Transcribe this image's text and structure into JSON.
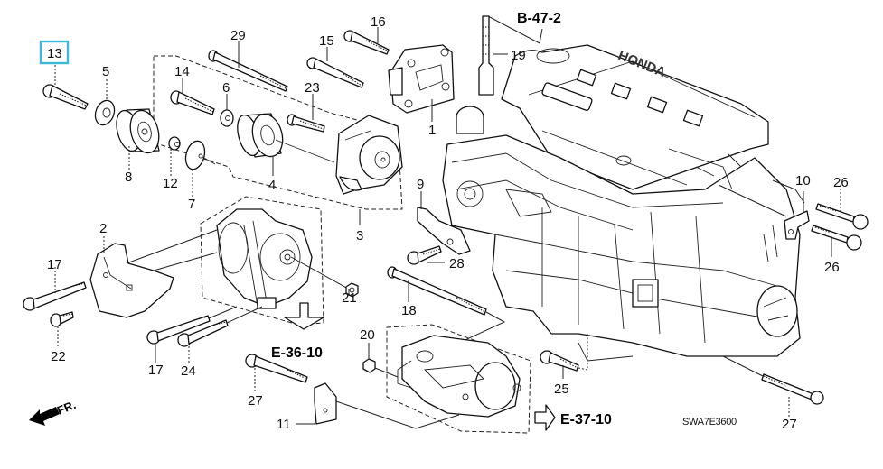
{
  "diagram": {
    "title": "Engine / Alternator / Starter mounting parts diagram",
    "highlight_color": "#3cb8d8",
    "highlighted_part": "13",
    "diagram_code": "SWA7E3600",
    "direction_label": "FR.",
    "references": [
      {
        "id": "ref-b-47-2",
        "label": "B-47-2"
      },
      {
        "id": "ref-e-36-10",
        "label": "E-36-10"
      },
      {
        "id": "ref-e-37-10",
        "label": "E-37-10"
      }
    ],
    "callouts": {
      "c1": "1",
      "c2": "2",
      "c3": "3",
      "c4": "4",
      "c5": "5",
      "c6": "6",
      "c7": "7",
      "c8": "8",
      "c9": "9",
      "c10": "10",
      "c11": "11",
      "c12": "12",
      "c13": "13",
      "c14": "14",
      "c15": "15",
      "c16": "16",
      "c17a": "17",
      "c17b": "17",
      "c18": "18",
      "c19": "19",
      "c20": "20",
      "c21": "21",
      "c22": "22",
      "c23": "23",
      "c24": "24",
      "c25": "25",
      "c26a": "26",
      "c26b": "26",
      "c27a": "27",
      "c27b": "27",
      "c28": "28",
      "c29": "29"
    },
    "engine_cover_text": "HONDA"
  }
}
